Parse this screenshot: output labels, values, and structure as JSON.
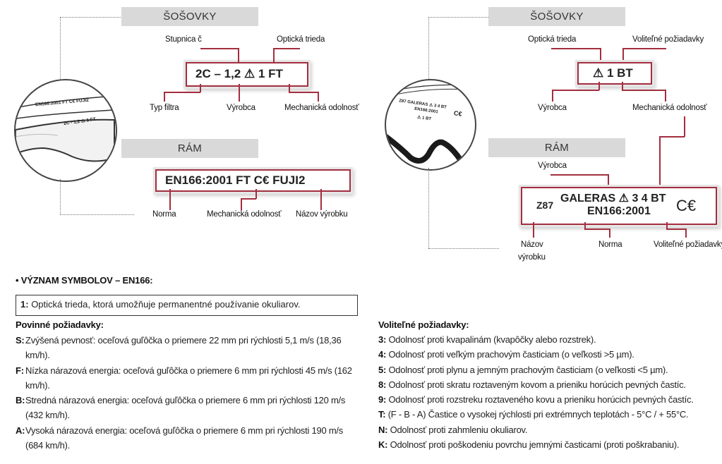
{
  "left": {
    "lenses_header": "ŠOŠOVKY",
    "lens_label_scale": "Stupnica č",
    "lens_label_optical": "Optická trieda",
    "lens_marking": "2C – 1,2 ⚠ 1 FT",
    "lens_label_filter": "Typ filtra",
    "lens_label_maker": "Výrobca",
    "lens_label_mech": "Mechanická odolnosť",
    "frame_header": "RÁM",
    "frame_marking": "EN166:2001  FT  C€  FUJI2",
    "frame_label_norm": "Norma",
    "frame_label_mech": "Mechanická odolnosť",
    "frame_label_name": "Názov výrobku",
    "glasses_text_1": "EN166:2001 FT C€ FUJI2",
    "glasses_text_2": "2C - 1,2 ⚠ 1 FT"
  },
  "right": {
    "lenses_header": "ŠOŠOVKY",
    "lens_label_optical": "Optická trieda",
    "lens_label_optional": "Voliteľné požiadavky",
    "lens_marking": "⚠ 1 BT",
    "lens_label_maker": "Výrobca",
    "lens_label_mech": "Mechanická odolnosť",
    "frame_header": "RÁM",
    "frame_label_maker": "Výrobca",
    "frame_z87": "Z87",
    "frame_line1": "GALERAS ⚠ 3 4 BT",
    "frame_line2": "EN166:2001",
    "frame_ce": "C€",
    "frame_label_name_1": "Názov",
    "frame_label_name_2": "výrobku",
    "frame_label_norm": "Norma",
    "frame_label_optional": "Voliteľné požiadavky",
    "goggle_text_1": "Z87 GALERAS ⚠ 3 4 BT",
    "goggle_text_2": "EN166:2001",
    "goggle_text_3": "⚠ 1 BT",
    "goggle_ce": "C€"
  },
  "legend": {
    "title": "• VÝZNAM SYMBOLOV – EN166:",
    "optical_key": "1:",
    "optical_text": "Optická trieda, ktorá umožňuje permanentné používanie okuliarov.",
    "mandatory_title": "Povinné požiadavky:",
    "mandatory": [
      {
        "key": "S:",
        "text": "Zvýšená pevnosť: oceľová guľôčka o priemere 22 mm pri rýchlosti 5,1 m/s (18,36 km/h)."
      },
      {
        "key": "F:",
        "text": "Nízka nárazová energia: oceľová guľôčka o priemere 6 mm pri rýchlosti 45 m/s (162 km/h)."
      },
      {
        "key": "B:",
        "text": "Stredná nárazová energia: oceľová guľôčka o priemere 6 mm pri rýchlosti 120 m/s (432 km/h)."
      },
      {
        "key": "A:",
        "text": "Vysoká nárazová energia: oceľová guľôčka o priemere 6 mm pri rýchlosti 190 m/s (684 km/h)."
      }
    ],
    "optional_title": "Voliteľné požiadavky:",
    "optional": [
      {
        "key": "3:",
        "text": "Odolnosť proti kvapalinám (kvapôčky alebo rozstrek)."
      },
      {
        "key": "4:",
        "text": "Odolnosť proti veľkým prachovým časticiam (o veľkosti >5 µm)."
      },
      {
        "key": "5:",
        "text": "Odolnosť proti plynu a jemným prachovým časticiam (o veľkosti <5 µm)."
      },
      {
        "key": "8:",
        "text": "Odolnosť proti skratu roztaveným kovom a prieniku horúcich pevných častíc."
      },
      {
        "key": "9:",
        "text": "Odolnosť proti rozstreku roztaveného kovu a prieniku horúcich pevných častíc."
      },
      {
        "key": "T:",
        "text": "(F - B - A) Častice o vysokej rýchlosti pri extrémnych teplotách - 5°C / + 55°C."
      },
      {
        "key": "N:",
        "text": "Odolnosť proti zahmleniu okuliarov."
      },
      {
        "key": "K:",
        "text": "Odolnosť proti poškodeniu povrchu jemnými časticami (proti poškrabaniu)."
      }
    ]
  }
}
